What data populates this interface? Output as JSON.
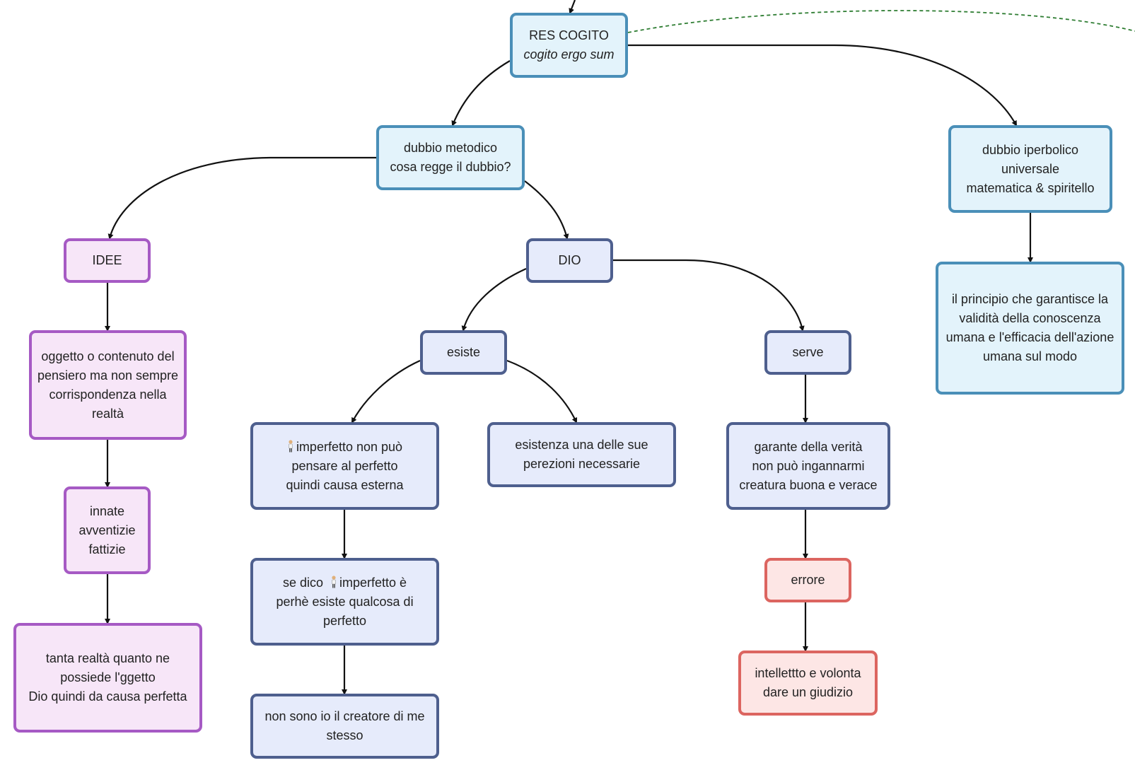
{
  "nodes": {
    "res_cogito": {
      "lines": [
        "RES COGITO",
        "cogito ergo sum"
      ]
    },
    "dubbio_metodico": {
      "lines": [
        "dubbio metodico",
        "cosa regge il dubbio?"
      ]
    },
    "dubbio_iperbolico": {
      "lines": [
        "dubbio iperbolico",
        "universale",
        "matematica & spiritello"
      ]
    },
    "principio": {
      "lines": [
        "il principio che garantisce  la validità della conoscenza umana e l'efficacia dell'azione umana sul modo"
      ]
    },
    "idee": {
      "lines": [
        "IDEE"
      ]
    },
    "dio": {
      "lines": [
        "DIO"
      ]
    },
    "oggetto": {
      "lines": [
        "oggetto o contenuto del pensiero ma non sempre corrispondenza nella realtà"
      ]
    },
    "innate": {
      "lines": [
        "innate",
        "avventizie",
        "fattizie"
      ]
    },
    "tanta_realta": {
      "lines": [
        "tanta realtà quanto ne",
        "possiede l'ggetto",
        "Dio quindi da causa perfetta"
      ]
    },
    "esiste": {
      "lines": [
        "esiste"
      ]
    },
    "serve": {
      "lines": [
        "serve"
      ]
    },
    "imperfetto": {
      "lines": [
        "imperfetto non può",
        "pensare al perfetto",
        "quindi causa esterna"
      ]
    },
    "esistenza": {
      "lines": [
        "esistenza una delle sue",
        "perezioni necessarie"
      ]
    },
    "garante": {
      "lines": [
        "garante della verità",
        "non può ingannarmi",
        "creatura buona e verace"
      ]
    },
    "se_dico": {
      "lines": [
        "se dico",
        "imperfetto è",
        "perhè esiste qualcosa di",
        "perfetto"
      ]
    },
    "non_sono": {
      "lines": [
        "non sono io il creatore di me stesso"
      ]
    },
    "errore": {
      "lines": [
        "errore"
      ]
    },
    "intelletto": {
      "lines": [
        "intellettto e volonta",
        "dare un giudizio"
      ]
    }
  },
  "icons": {
    "person": "person-icon"
  },
  "colors": {
    "cyan_border": "#4a8fb8",
    "cyan_fill": "#e3f3fb",
    "navy_border": "#4e5f8e",
    "navy_fill": "#e6ebfb",
    "purple_border": "#a65ac4",
    "purple_fill": "#f7e6f8",
    "red_border": "#dc6560",
    "red_fill": "#fde6e5",
    "connector": "#111111",
    "dashed_link": "#2e7d32"
  }
}
